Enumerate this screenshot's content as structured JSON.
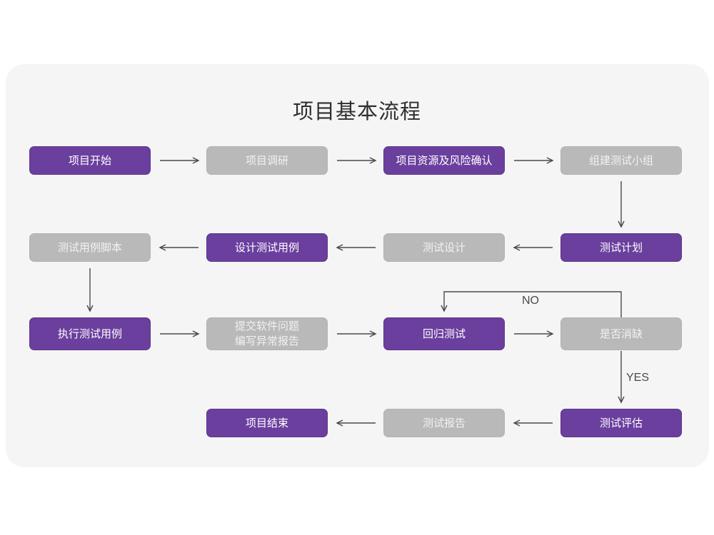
{
  "page": {
    "background": "#ffffff",
    "panel_color": "#f5f5f5"
  },
  "header": {
    "title": "项目基本流程"
  },
  "theme": {
    "accent_purple": "#6b3f9e",
    "muted_gray": "#b9b9b9",
    "connector_gray": "#5a5a5a",
    "title_color": "#2f2f2f"
  },
  "chart_data": {
    "type": "diagram",
    "title": "项目基本流程",
    "nodes": [
      {
        "id": "n1",
        "label": "项目开始",
        "style": "purple",
        "row": 1,
        "col": 1
      },
      {
        "id": "n2",
        "label": "项目调研",
        "style": "gray",
        "row": 1,
        "col": 2
      },
      {
        "id": "n3",
        "label": "项目资源及风险确认",
        "style": "purple",
        "row": 1,
        "col": 3
      },
      {
        "id": "n4",
        "label": "组建测试小组",
        "style": "gray",
        "row": 1,
        "col": 4
      },
      {
        "id": "n5",
        "label": "测试用例脚本",
        "style": "gray",
        "row": 2,
        "col": 1
      },
      {
        "id": "n6",
        "label": "设计测试用例",
        "style": "purple",
        "row": 2,
        "col": 2
      },
      {
        "id": "n7",
        "label": "测试设计",
        "style": "gray",
        "row": 2,
        "col": 3
      },
      {
        "id": "n8",
        "label": "测试计划",
        "style": "purple",
        "row": 2,
        "col": 4
      },
      {
        "id": "n9",
        "label": "执行测试用例",
        "style": "purple",
        "row": 3,
        "col": 1
      },
      {
        "id": "n10",
        "label": "提交软件问题\n编写异常报告",
        "style": "gray",
        "row": 3,
        "col": 2
      },
      {
        "id": "n11",
        "label": "回归测试",
        "style": "purple",
        "row": 3,
        "col": 3
      },
      {
        "id": "n12",
        "label": "是否消缺",
        "style": "gray",
        "row": 3,
        "col": 4
      },
      {
        "id": "n13",
        "label": "项目结束",
        "style": "purple",
        "row": 4,
        "col": 2
      },
      {
        "id": "n14",
        "label": "测试报告",
        "style": "gray",
        "row": 4,
        "col": 3
      },
      {
        "id": "n15",
        "label": "测试评估",
        "style": "purple",
        "row": 4,
        "col": 4
      }
    ],
    "edges": [
      {
        "from": "n1",
        "to": "n2",
        "label": "",
        "direction": "right"
      },
      {
        "from": "n2",
        "to": "n3",
        "label": "",
        "direction": "right"
      },
      {
        "from": "n3",
        "to": "n4",
        "label": "",
        "direction": "right"
      },
      {
        "from": "n4",
        "to": "n8",
        "label": "",
        "direction": "down"
      },
      {
        "from": "n8",
        "to": "n7",
        "label": "",
        "direction": "left"
      },
      {
        "from": "n7",
        "to": "n6",
        "label": "",
        "direction": "left"
      },
      {
        "from": "n6",
        "to": "n5",
        "label": "",
        "direction": "left"
      },
      {
        "from": "n5",
        "to": "n9",
        "label": "",
        "direction": "down"
      },
      {
        "from": "n9",
        "to": "n10",
        "label": "",
        "direction": "right"
      },
      {
        "from": "n10",
        "to": "n11",
        "label": "",
        "direction": "right"
      },
      {
        "from": "n11",
        "to": "n12",
        "label": "",
        "direction": "right"
      },
      {
        "from": "n12",
        "to": "n11",
        "label": "NO",
        "direction": "loop-up-left"
      },
      {
        "from": "n12",
        "to": "n15",
        "label": "YES",
        "direction": "down"
      },
      {
        "from": "n15",
        "to": "n14",
        "label": "",
        "direction": "left"
      },
      {
        "from": "n14",
        "to": "n13",
        "label": "",
        "direction": "left"
      }
    ],
    "edge_labels": {
      "no": "NO",
      "yes": "YES"
    }
  }
}
